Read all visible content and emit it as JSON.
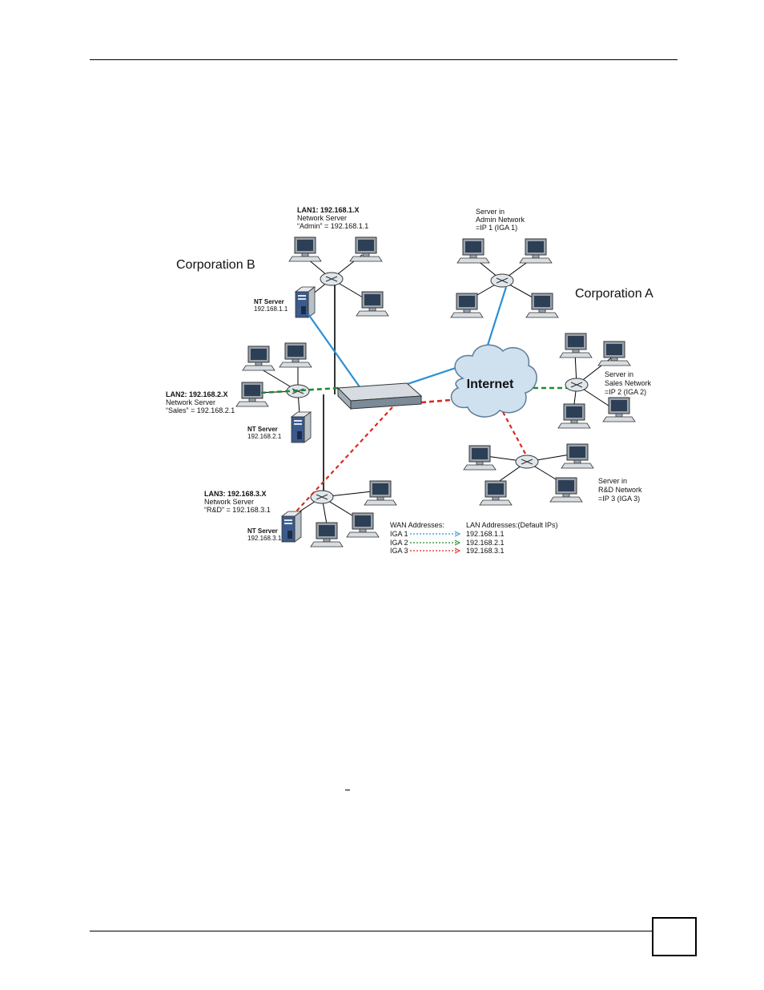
{
  "page": {
    "page_number_box": ""
  },
  "diagram": {
    "corp_b": "Corporation B",
    "corp_a": "Corporation A",
    "internet": "Internet",
    "lan1": [
      "LAN1: 192.168.1.X",
      "Network Server",
      "“Admin” = 192.168.1.1"
    ],
    "lan2": [
      "LAN2: 192.168.2.X",
      "Network Server",
      "“Sales” = 192.168.2.1"
    ],
    "lan3": [
      "LAN3: 192.168.3.X",
      "Network Server",
      "“R&D” = 192.168.3.1"
    ],
    "nt1": [
      "NT Server",
      "192.168.1.1"
    ],
    "nt2": [
      "NT Server",
      "192.168.2.1"
    ],
    "nt3": [
      "NT Server",
      "192.168.3.1"
    ],
    "admin_server": [
      "Server in",
      "Admin Network",
      "=IP 1 (IGA 1)"
    ],
    "sales_server": [
      "Server in",
      "Sales Network",
      "=IP 2 (IGA 2)"
    ],
    "rd_server": [
      "Server in",
      "R&D Network",
      "=IP 3 (IGA 3)"
    ],
    "legend": {
      "wan_header": "WAN Addresses:",
      "lan_header": "LAN Addresses:(Default IPs)",
      "rows": [
        {
          "wan": "IGA 1",
          "lan": "192.168.1.1"
        },
        {
          "wan": "IGA 2",
          "lan": "192.168.2.1"
        },
        {
          "wan": "IGA 3",
          "lan": "192.168.3.1"
        }
      ]
    },
    "colors": {
      "blue": "#2b8fd6",
      "green": "#1e8c2e",
      "red": "#d62b1e",
      "cloud": "#cfe0ef",
      "device": "#8e9aa8"
    }
  }
}
